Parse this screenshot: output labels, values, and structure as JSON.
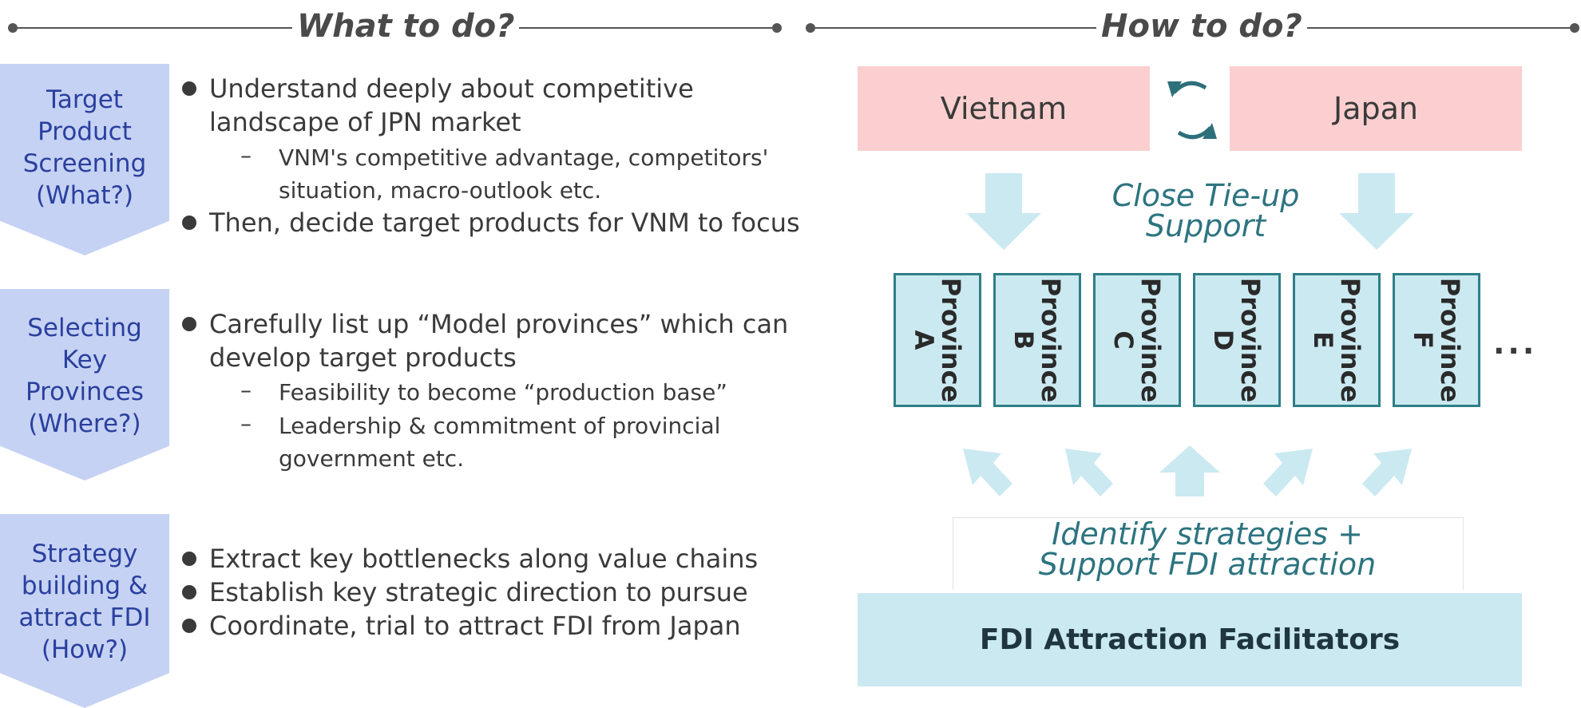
{
  "headers": {
    "left_title": "What to do?",
    "right_title": "How to do?"
  },
  "steps": [
    {
      "label_lines": [
        "Target",
        "Product",
        "Screening",
        "(What?)"
      ],
      "bullets": [
        {
          "lines": [
            "Understand deeply about competitive",
            "landscape of JPN market"
          ]
        },
        {
          "lines": [
            "Then, decide target products for VNM to focus"
          ]
        }
      ],
      "subs": [
        {
          "lines": [
            "VNM's competitive advantage, competitors'",
            "situation, macro-outlook etc."
          ]
        }
      ]
    },
    {
      "label_lines": [
        "Selecting",
        "Key",
        "Provinces",
        "(Where?)"
      ],
      "bullets": [
        {
          "lines": [
            "Carefully list up “Model provinces” which can",
            "develop target products"
          ]
        }
      ],
      "subs": [
        {
          "lines": [
            "Feasibility to become “production base”"
          ]
        },
        {
          "lines": [
            "Leadership & commitment of provincial",
            "government etc."
          ]
        }
      ]
    },
    {
      "label_lines": [
        "Strategy",
        "building &",
        "attract FDI",
        "(How?)"
      ],
      "bullets": [
        {
          "lines": [
            "Extract key bottlenecks along value chains"
          ]
        },
        {
          "lines": [
            "Establish key strategic direction to pursue"
          ]
        },
        {
          "lines": [
            "Coordinate, trial to attract FDI from Japan"
          ]
        }
      ],
      "subs": []
    }
  ],
  "countries": [
    "Vietnam",
    "Japan"
  ],
  "close_tieup": [
    "Close Tie-up",
    "Support"
  ],
  "provinces": [
    {
      "line1": "Province",
      "line2": "A"
    },
    {
      "line1": "Province",
      "line2": "B"
    },
    {
      "line1": "Province",
      "line2": "C"
    },
    {
      "line1": "Province",
      "line2": "D"
    },
    {
      "line1": "Province",
      "line2": "E"
    },
    {
      "line1": "Province",
      "line2": "F"
    }
  ],
  "ellipsis": "...",
  "identify": [
    "Identify strategies +",
    "Support FDI attraction"
  ],
  "facilitators": "FDI Attraction Facilitators",
  "colors": {
    "chevron": "#c5d2f3",
    "chevron_text": "#2a3f9e",
    "country_box": "#fbcfcf",
    "province_fill": "#cbe9f1",
    "province_border": "#2f7f87",
    "arrow": "#cbe9f1",
    "teal_text": "#2d7480"
  }
}
